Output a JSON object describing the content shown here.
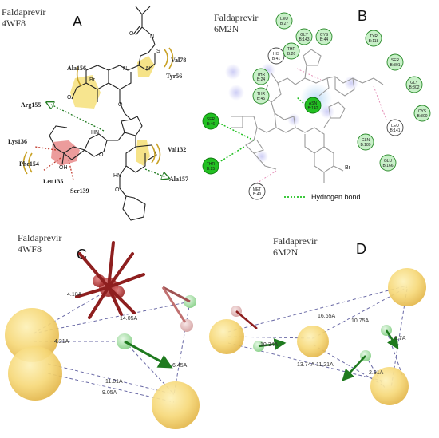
{
  "panels": {
    "A": {
      "letter": "A",
      "drug": "Faldaprevir",
      "pdb": "4WF8"
    },
    "B": {
      "letter": "B",
      "drug": "Faldaprevir",
      "pdb": "6M2N"
    },
    "C": {
      "letter": "C",
      "drug": "Faldaprevir",
      "pdb": "4WF8"
    },
    "D": {
      "letter": "D",
      "drug": "Faldaprevir",
      "pdb": "6M2N"
    }
  },
  "panelA": {
    "residues": [
      "Val78",
      "Tyr56",
      "Ala156",
      "Arg155",
      "Lys136",
      "Phe154",
      "Leu135",
      "Ser139",
      "Val132",
      "Ala157"
    ],
    "atoms": {
      "n1": "N",
      "n2": "N",
      "n3": "N",
      "s1": "S",
      "o1": "O",
      "o2": "O",
      "o3": "O",
      "o4": "O",
      "o5": "O",
      "br": "Br",
      "hn1": "HN",
      "hn2": "HN",
      "hn3": "HN",
      "oh": "OH"
    }
  },
  "panelB": {
    "residues": [
      {
        "l1": "LEU",
        "l2": "B:27",
        "type": "plain"
      },
      {
        "l1": "GLY",
        "l2": "B:143",
        "type": "plain"
      },
      {
        "l1": "CYS",
        "l2": "B:44",
        "type": "plain"
      },
      {
        "l1": "HIS",
        "l2": "B:41",
        "type": "white"
      },
      {
        "l1": "THR",
        "l2": "B:26",
        "type": "plain"
      },
      {
        "l1": "THR",
        "l2": "B:24",
        "type": "plain"
      },
      {
        "l1": "THR",
        "l2": "B:45",
        "type": "plain"
      },
      {
        "l1": "SER",
        "l2": "B:46",
        "type": "hbond"
      },
      {
        "l1": "THR",
        "l2": "B:25",
        "type": "hbond"
      },
      {
        "l1": "ASN",
        "l2": "B:142",
        "type": "hbond"
      },
      {
        "l1": "MET",
        "l2": "B:49",
        "type": "white"
      },
      {
        "l1": "TYR",
        "l2": "B:118",
        "type": "plain"
      },
      {
        "l1": "SER",
        "l2": "B:301",
        "type": "plain"
      },
      {
        "l1": "GLY",
        "l2": "B:302",
        "type": "plain"
      },
      {
        "l1": "CYS",
        "l2": "B:300",
        "type": "plain"
      },
      {
        "l1": "LEU",
        "l2": "B:141",
        "type": "white"
      },
      {
        "l1": "GLN",
        "l2": "B:189",
        "type": "plain"
      },
      {
        "l1": "GLU",
        "l2": "B:166",
        "type": "plain"
      }
    ],
    "legend": "Hydrogen bond",
    "atoms": {
      "br": "Br"
    }
  },
  "panelC": {
    "distances": [
      "4.18A",
      "14.05A",
      "4.21A",
      "11.01A",
      "6.45A",
      "9.05A"
    ]
  },
  "panelD": {
    "distances": [
      "16.65A",
      "10.75A",
      "10.34A",
      "6.7A",
      "13.74A",
      "11.21A",
      "2.91A"
    ]
  },
  "colors": {
    "hbond": "#22c022",
    "hydrophobic": "#e9c636",
    "salt": "#c0392b",
    "nodeFill": "#c8f0c8",
    "nodeStroke": "#2a8a2a",
    "glowBlue": "#9ec9ef"
  }
}
